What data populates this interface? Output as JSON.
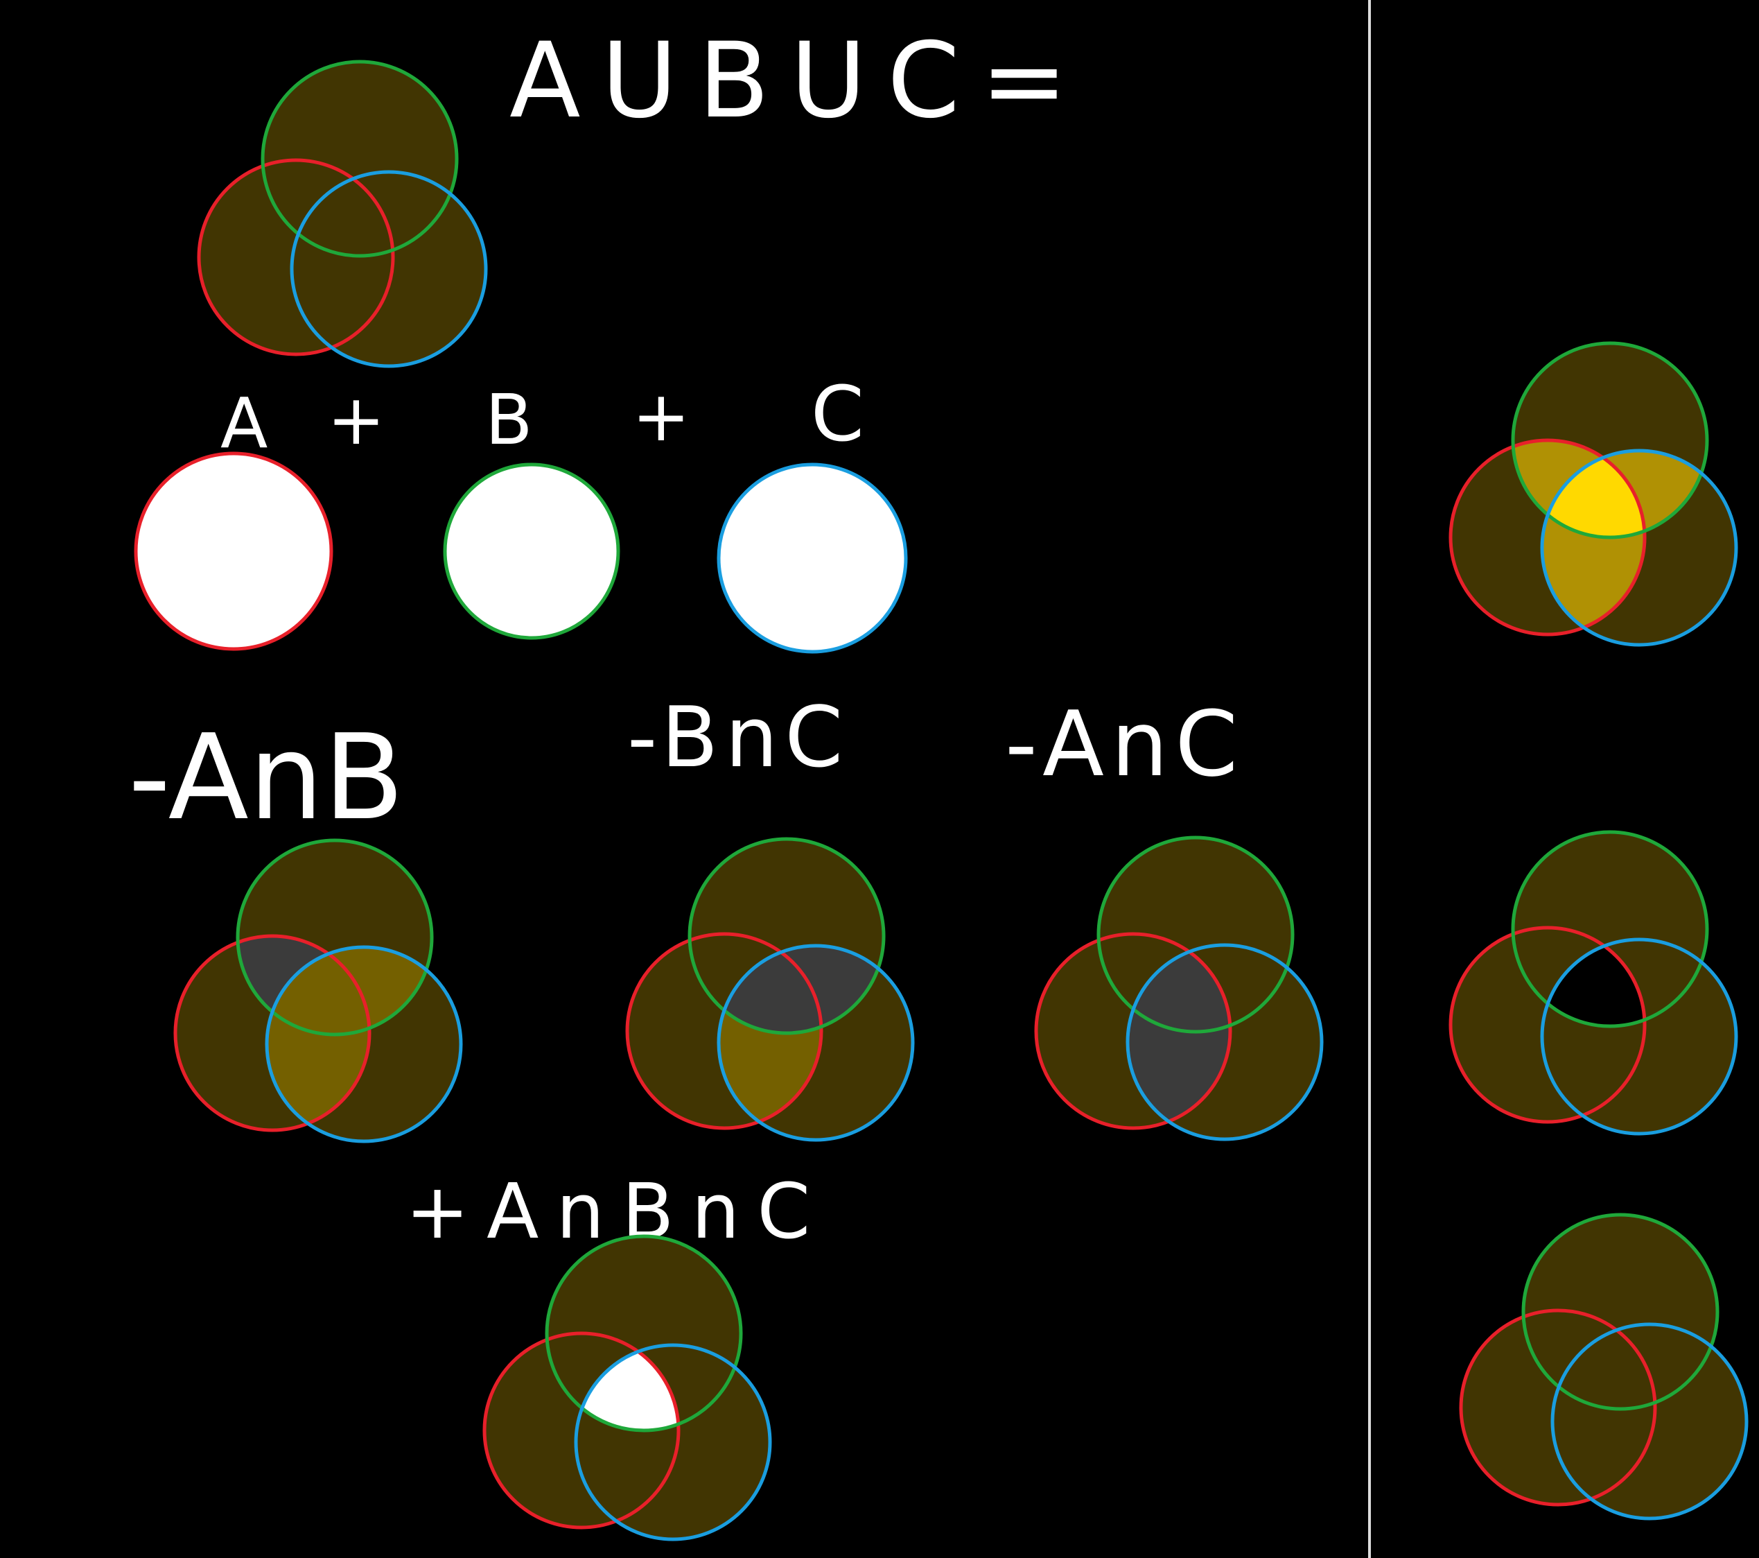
{
  "labels": {
    "union": "AUBUC=",
    "a": "A",
    "plus_1": "+",
    "b": "B",
    "plus_2": "+",
    "c": "C",
    "minus_ab": "-AnB",
    "minus_bc": "-BnC",
    "minus_ac": "-AnC",
    "plus_abc": "+AnBnC"
  },
  "colors": {
    "background": "#000000",
    "set_a": "#e8202a",
    "set_b": "#1fa83a",
    "set_c": "#1a9ee0",
    "region_once": "#413502",
    "region_twice": "#b09104",
    "region_thrice": "#ffd900",
    "region_added": "#746000",
    "region_removed": "#3b3b3b",
    "single_fill": "#ffffff",
    "divider": "#dddddd"
  }
}
